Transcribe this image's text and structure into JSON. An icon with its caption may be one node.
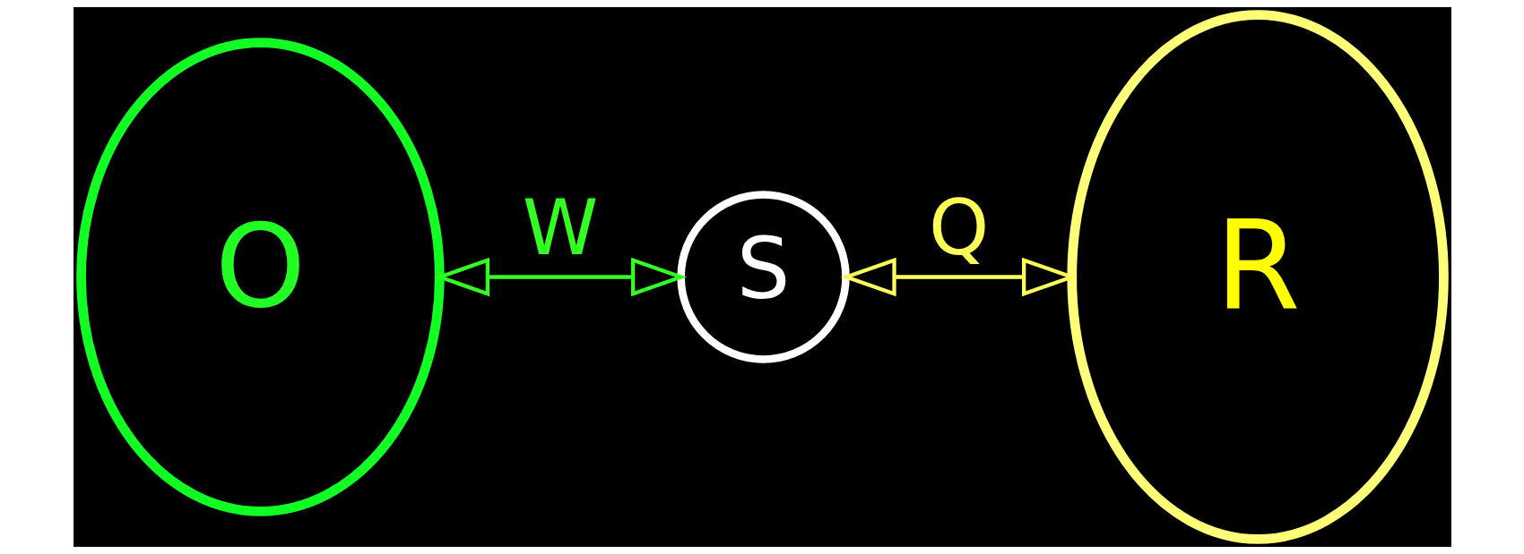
{
  "diagram": {
    "nodes": [
      {
        "text": [
          "O"
        ]
      },
      {
        "text": [
          "S"
        ]
      },
      {
        "text": [
          "R"
        ]
      }
    ],
    "edges": [
      {
        "from": 0,
        "to": 1,
        "arrow": "both",
        "label": "W",
        "color": "#33ff22"
      },
      {
        "from": 1,
        "to": 2,
        "arrow": "both",
        "label": "Q",
        "color": "#ffff55"
      }
    ]
  }
}
